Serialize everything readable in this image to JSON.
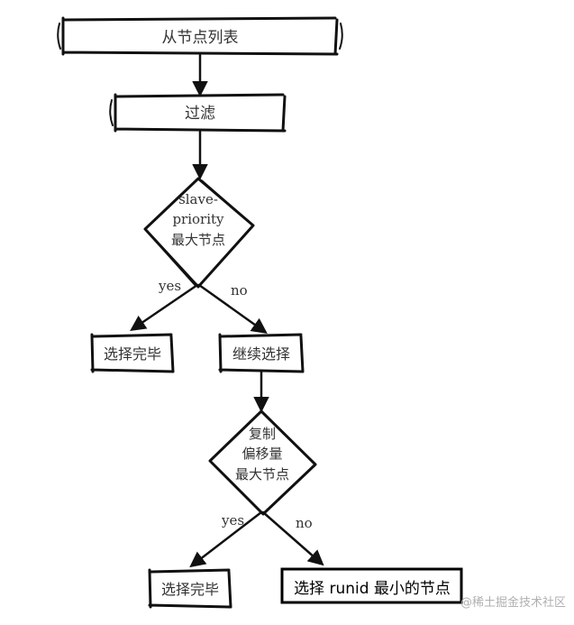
{
  "nodes": {
    "slave_list": "从节点列表",
    "filter": "过滤",
    "slave_priority": [
      "slave-",
      "priority",
      "最大节点"
    ],
    "select_done_1": "选择完毕",
    "continue_select": "继续选择",
    "repl_offset": [
      "复制",
      "偏移量",
      "最大节点"
    ],
    "select_done_2": "选择完毕",
    "min_runid": "选择 runid 最小的节点"
  },
  "edges": {
    "yes_1": "yes",
    "no_1": "no",
    "yes_2": "yes",
    "no_2": "no"
  },
  "watermark": "@稀土掘金技术社区"
}
